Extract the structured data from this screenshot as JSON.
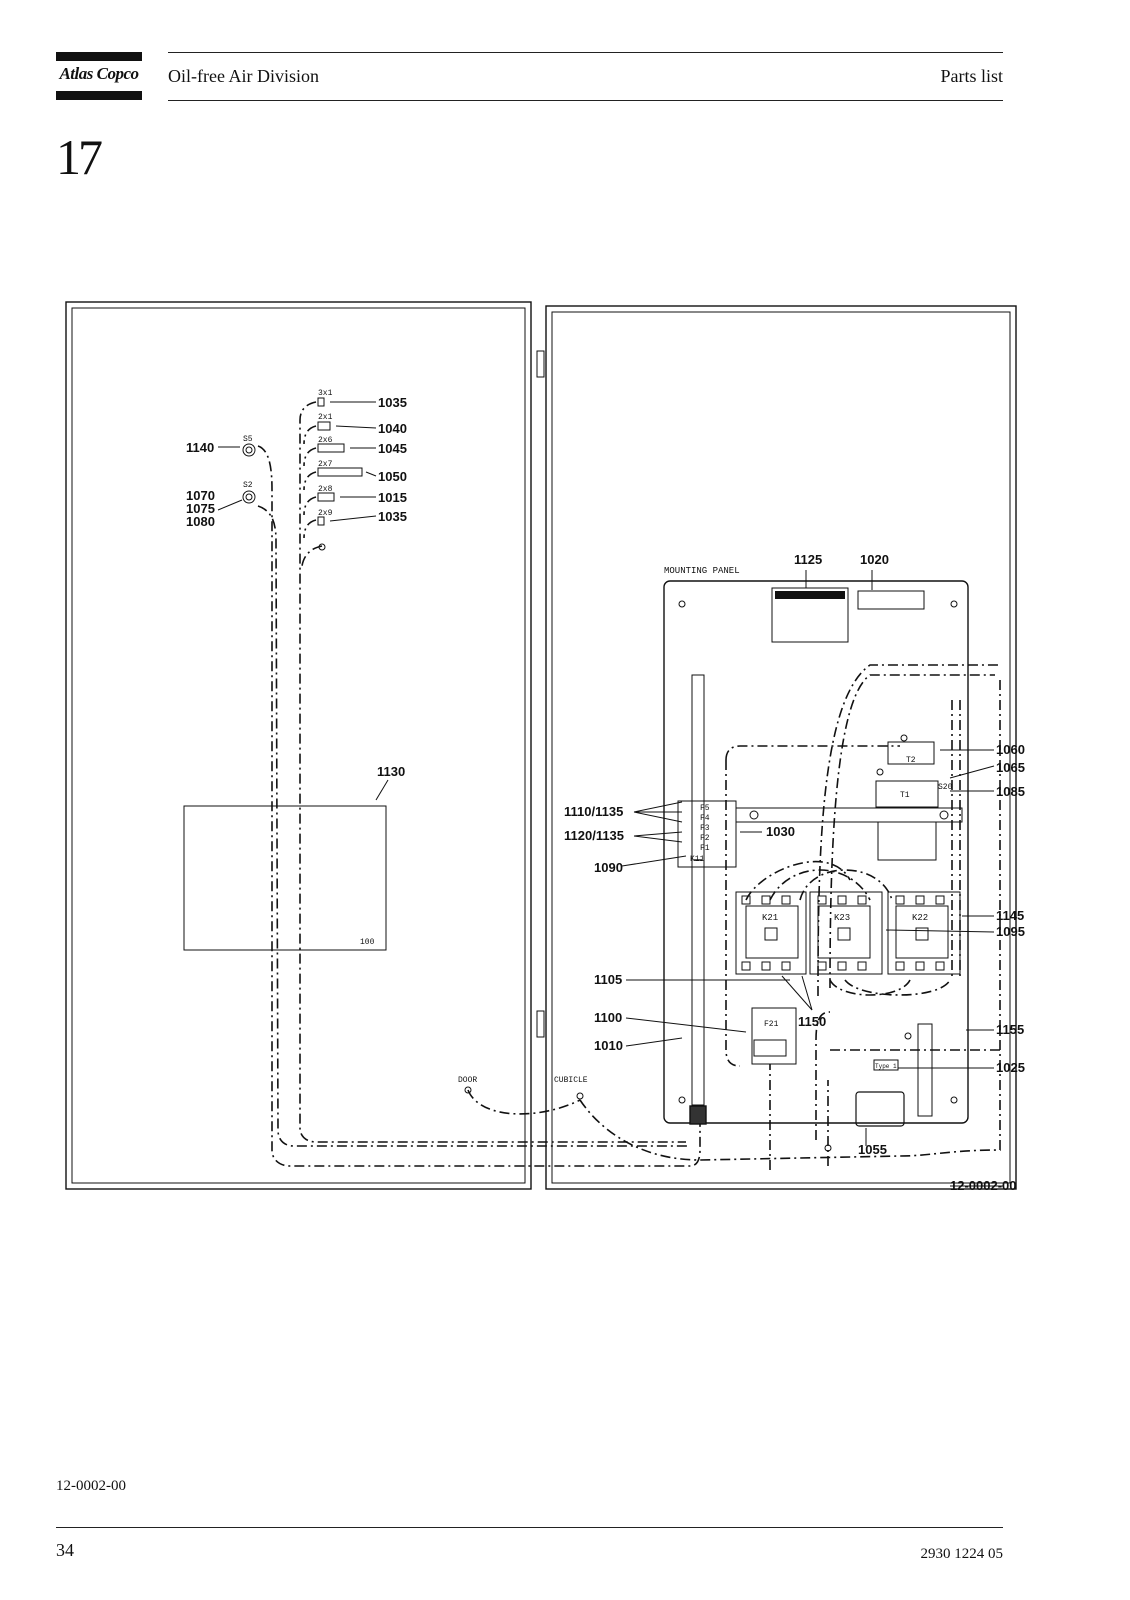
{
  "header": {
    "logo": "Atlas Copco",
    "division": "Oil-free Air Division",
    "section": "Parts list"
  },
  "chapter": "17",
  "diagram": {
    "panel_title": "MOUNTING PANEL",
    "drawing_number": "12-0002-00",
    "door_label": "DOOR",
    "cubicle_label": "CUBICLE",
    "box_number": "100",
    "switches": {
      "s5": "S5",
      "s2": "S2",
      "s20": "S20"
    },
    "multipliers": [
      "3x1",
      "2x1",
      "2x6",
      "2x7",
      "2x8",
      "2x9"
    ],
    "components": {
      "k21": "K21",
      "k23": "K23",
      "k22": "K22",
      "f21": "F21",
      "t1": "T1",
      "t2": "T2",
      "k11": "K11",
      "fuses": [
        "F5",
        "F4",
        "F3",
        "F2",
        "F1"
      ],
      "type_plate": "Type 1"
    },
    "callouts": {
      "c1035a": "1035",
      "c1040": "1040",
      "c1045": "1045",
      "c1050": "1050",
      "c1015": "1015",
      "c1035b": "1035",
      "c1140": "1140",
      "c1070": "1070",
      "c1075": "1075",
      "c1080": "1080",
      "c1130": "1130",
      "c1125": "1125",
      "c1020": "1020",
      "c1060": "1060",
      "c1065": "1065",
      "c1085": "1085",
      "c1110": "1110/1135",
      "c1120": "1120/1135",
      "c1030": "1030",
      "c1090": "1090",
      "c1145": "1145",
      "c1095": "1095",
      "c1105": "1105",
      "c1100": "1100",
      "c1150": "1150",
      "c1010": "1010",
      "c1155": "1155",
      "c1025": "1025",
      "c1055": "1055"
    }
  },
  "footer": {
    "figure_ref": "12-0002-00",
    "page_number": "34",
    "doc_number": "2930 1224 05"
  }
}
